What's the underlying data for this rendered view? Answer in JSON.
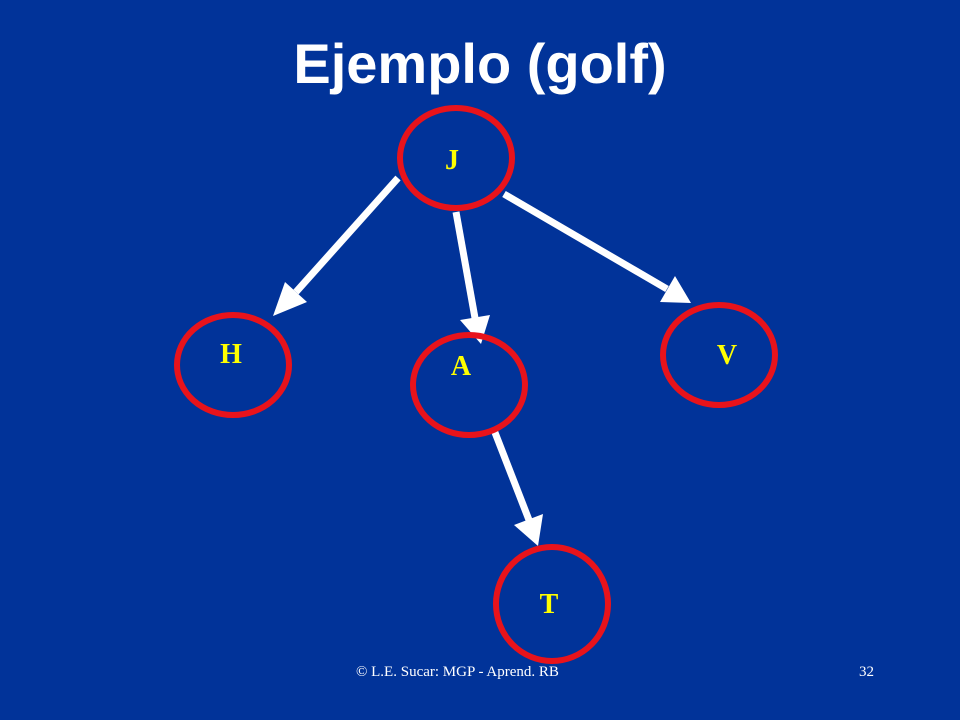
{
  "slide": {
    "title": "Ejemplo (golf)",
    "footer_text": "© L.E. Sucar: MGP - Aprend. RB",
    "page_number": "32"
  },
  "colors": {
    "background": "#013399",
    "node_outline": "#e8131b",
    "node_label": "#ffff00",
    "edge": "#ffffff",
    "text": "#ffffff"
  },
  "diagram": {
    "nodes": [
      {
        "id": "J",
        "label": "J"
      },
      {
        "id": "H",
        "label": "H"
      },
      {
        "id": "A",
        "label": "A"
      },
      {
        "id": "V",
        "label": "V"
      },
      {
        "id": "T",
        "label": "T"
      }
    ],
    "edges": [
      {
        "from": "J",
        "to": "H"
      },
      {
        "from": "J",
        "to": "A"
      },
      {
        "from": "J",
        "to": "V"
      },
      {
        "from": "A",
        "to": "T"
      }
    ]
  }
}
